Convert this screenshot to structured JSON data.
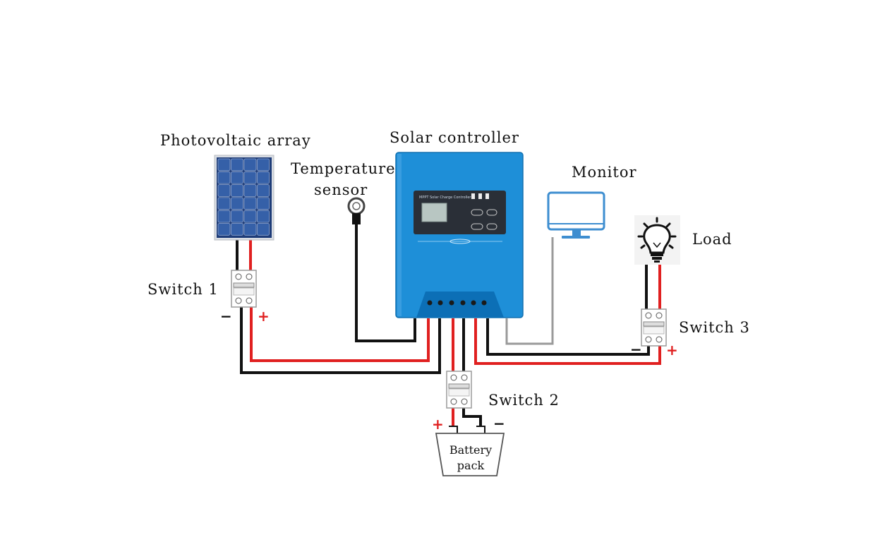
{
  "labels": {
    "pv_array": "Photovoltaic array",
    "solar_controller": "Solar controller",
    "temperature_sensor_line1": "Temperature",
    "temperature_sensor_line2": "sensor",
    "monitor": "Monitor",
    "load": "Load",
    "switch1": "Switch 1",
    "switch2": "Switch 2",
    "switch3": "Switch 3",
    "battery_line1": "Battery",
    "battery_line2": "pack"
  },
  "polarity": {
    "minus": "−",
    "plus": "+"
  },
  "colors": {
    "controller_blue": "#1e8fd8",
    "panel_blue": "#2b4f8e",
    "wire_red": "#e02020",
    "wire_black": "#111111",
    "wire_gray": "#9a9a9a",
    "monitor_blue": "#3e8ed0"
  },
  "icons": {
    "pv": "solar-panel-icon",
    "controller": "charge-controller-icon",
    "sensor": "temperature-sensor-icon",
    "monitor": "monitor-icon",
    "load": "light-bulb-icon",
    "breaker": "circuit-breaker-icon",
    "battery": "battery-icon"
  }
}
